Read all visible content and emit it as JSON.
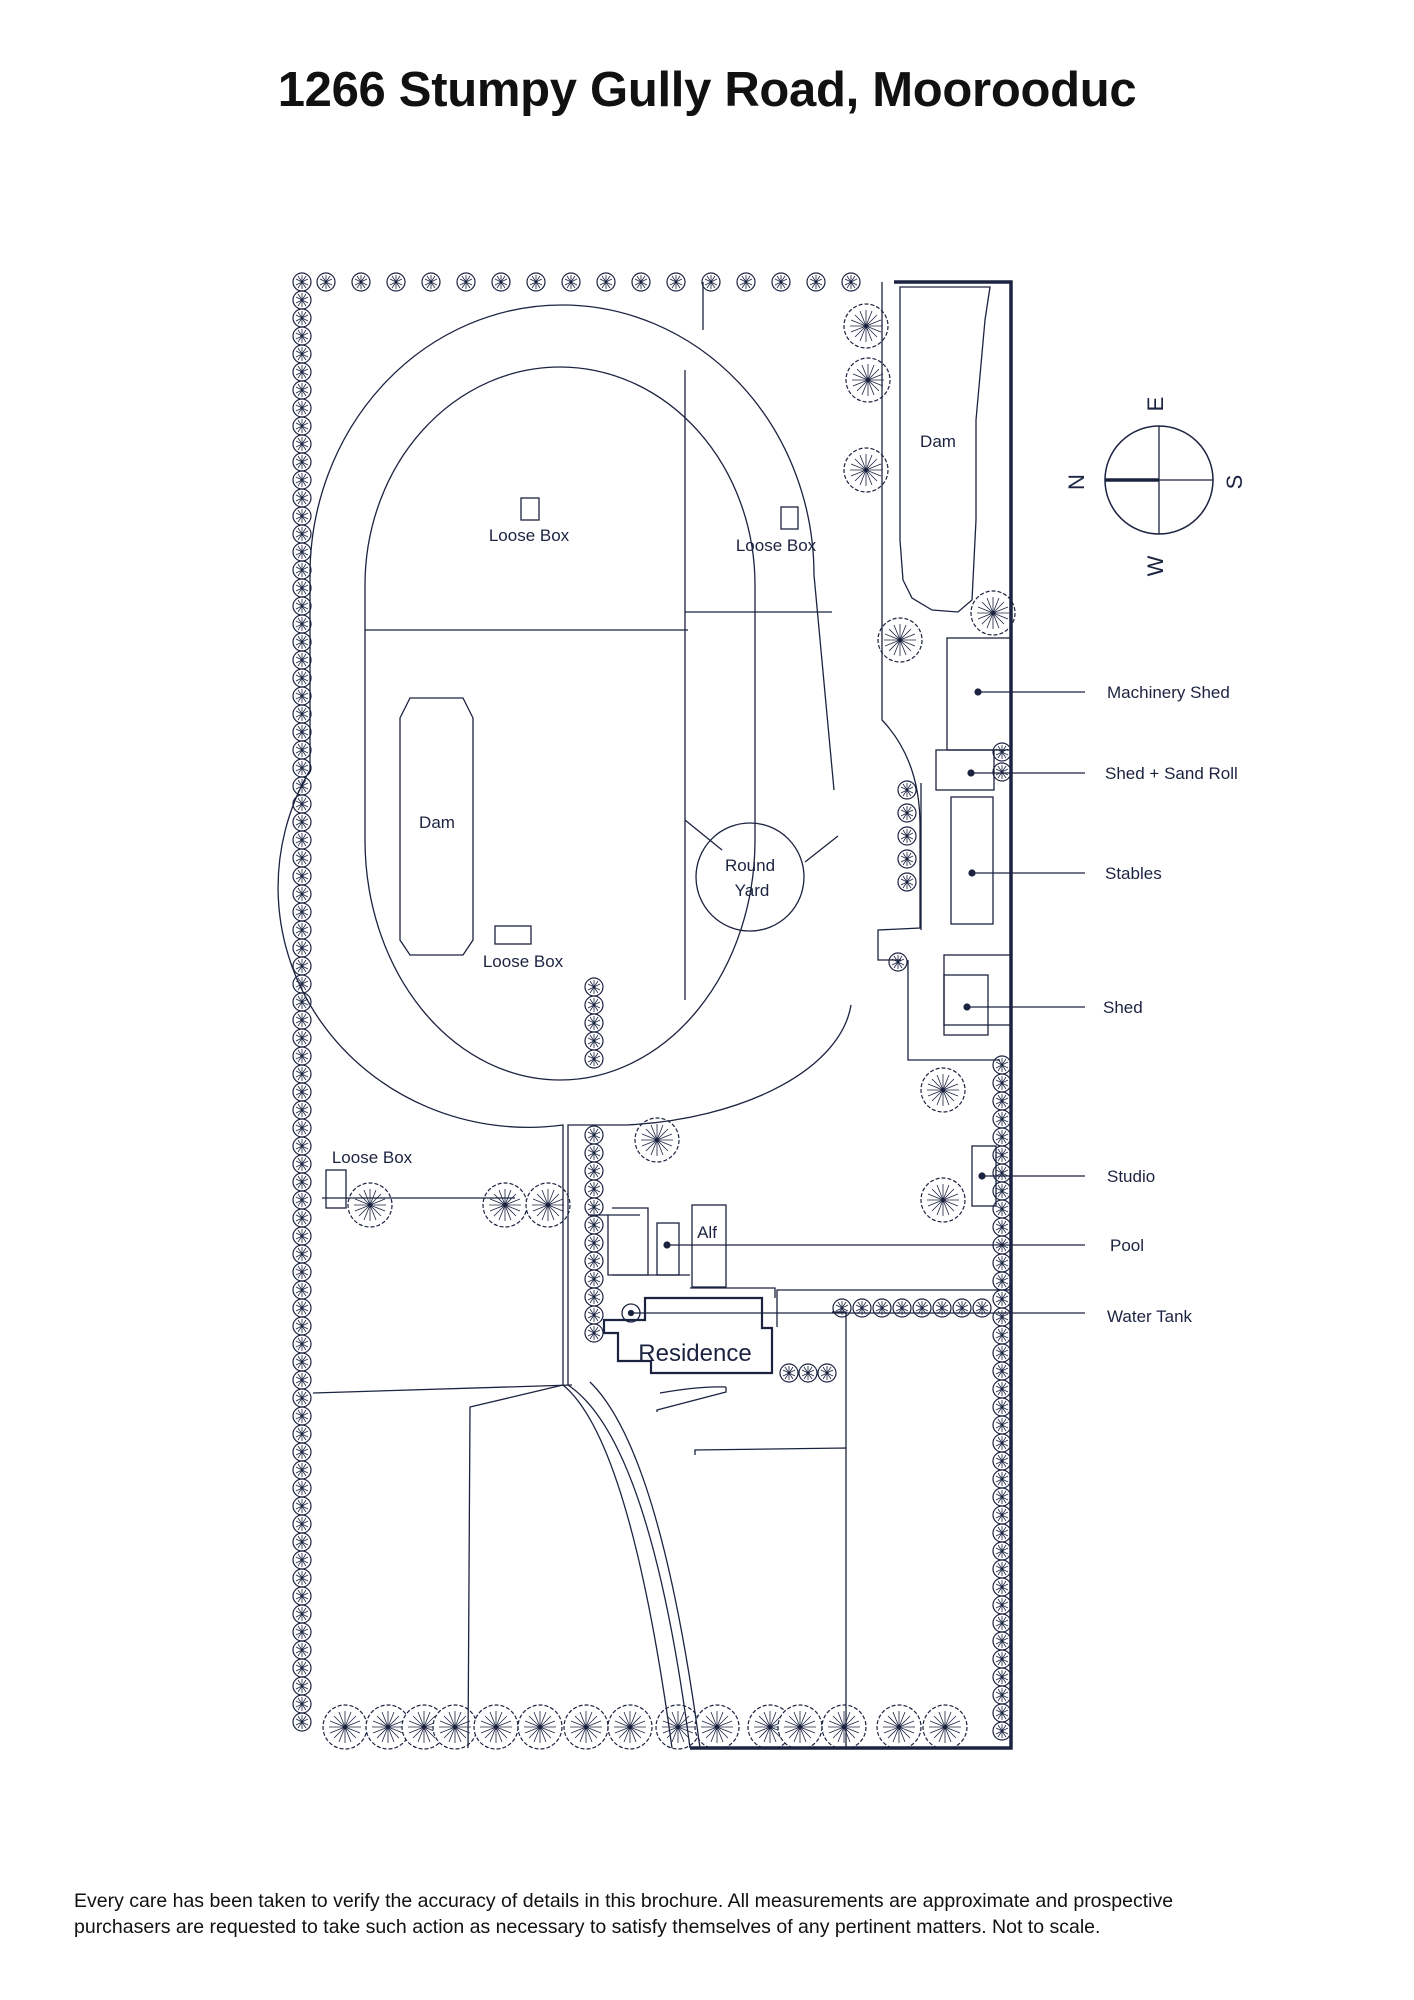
{
  "title": "1266 Stumpy Gully Road, Moorooduc",
  "labels": {
    "dam_top": "Dam",
    "dam_left": "Dam",
    "loose_box_1": "Loose Box",
    "loose_box_2": "Loose Box",
    "loose_box_3": "Loose Box",
    "loose_box_4": "Loose Box",
    "round_yard_1": "Round",
    "round_yard_2": "Yard",
    "alf": "Alf",
    "residence": "Residence"
  },
  "legend": {
    "machinery_shed": "Machinery Shed",
    "shed_sand_roll": "Shed + Sand Roll",
    "stables": "Stables",
    "shed": "Shed",
    "studio": "Studio",
    "pool": "Pool",
    "water_tank": "Water Tank"
  },
  "compass": {
    "n": "N",
    "e": "E",
    "s": "S",
    "w": "W"
  },
  "disclaimer": {
    "line1": "Every care has been taken to verify the accuracy of details in this brochure. All measurements are approximate and prospective",
    "line2": "purchasers are requested to take such action as necessary to satisfy themselves of any pertinent matters. Not to scale."
  },
  "colors": {
    "ink": "#1b2340",
    "background": "#ffffff",
    "title": "#111111"
  }
}
